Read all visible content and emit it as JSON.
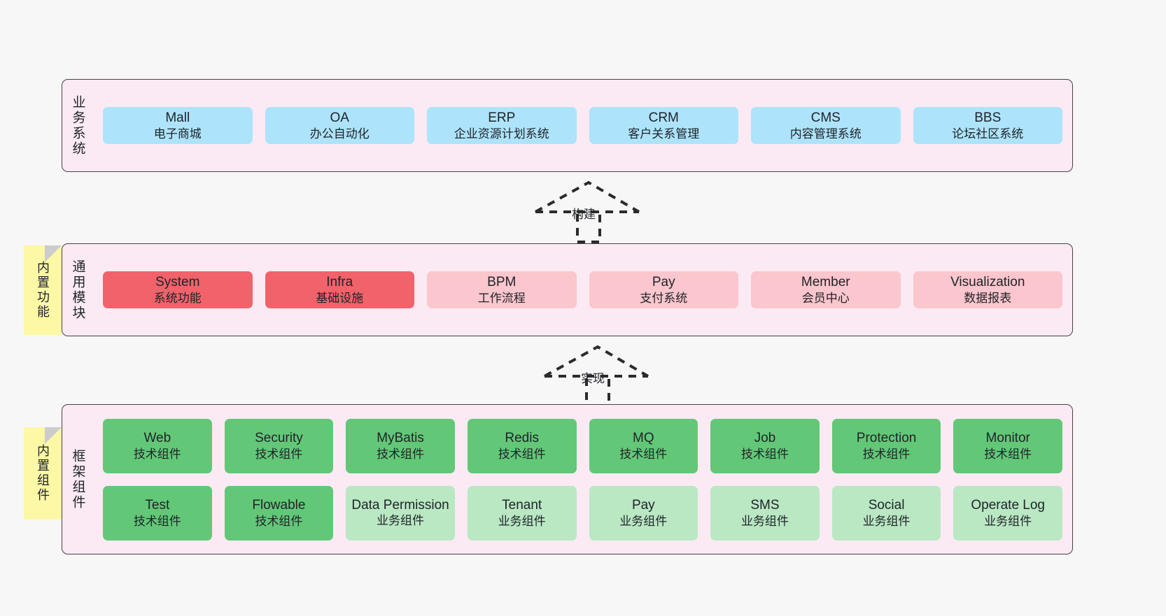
{
  "diagram": {
    "background": "#f7f7f7",
    "panel_bg": "#fbeaf4",
    "panel_border": "#4b3f46",
    "note_bg": "#fcf8a6",
    "note_fold": "#cccccc"
  },
  "layers": [
    {
      "id": "business",
      "title": "业务系统",
      "rows": [
        {
          "cards": [
            {
              "en": "Mall",
              "cn": "电子商城",
              "color": "#ade4fb",
              "variant": "c-blue"
            },
            {
              "en": "OA",
              "cn": "办公自动化",
              "color": "#ade4fb",
              "variant": "c-blue"
            },
            {
              "en": "ERP",
              "cn": "企业资源计划系统",
              "color": "#ade4fb",
              "variant": "c-blue"
            },
            {
              "en": "CRM",
              "cn": "客户关系管理",
              "color": "#ade4fb",
              "variant": "c-blue"
            },
            {
              "en": "CMS",
              "cn": "内容管理系统",
              "color": "#ade4fb",
              "variant": "c-blue"
            },
            {
              "en": "BBS",
              "cn": "论坛社区系统",
              "color": "#ade4fb",
              "variant": "c-blue"
            }
          ]
        }
      ]
    },
    {
      "id": "common",
      "title": "通用模块",
      "note": "内置功能",
      "rows": [
        {
          "cards": [
            {
              "en": "System",
              "cn": "系统功能",
              "color": "#f2626a",
              "variant": "c-red"
            },
            {
              "en": "Infra",
              "cn": "基础设施",
              "color": "#f2626a",
              "variant": "c-red"
            },
            {
              "en": "BPM",
              "cn": "工作流程",
              "color": "#fbc6cd",
              "variant": "c-pink"
            },
            {
              "en": "Pay",
              "cn": "支付系统",
              "color": "#fbc6cd",
              "variant": "c-pink"
            },
            {
              "en": "Member",
              "cn": "会员中心",
              "color": "#fbc6cd",
              "variant": "c-pink"
            },
            {
              "en": "Visualization",
              "cn": "数据报表",
              "color": "#fbc6cd",
              "variant": "c-pink"
            }
          ]
        }
      ]
    },
    {
      "id": "framework",
      "title": "框架组件",
      "note": "内置组件",
      "rows": [
        {
          "cards": [
            {
              "en": "Web",
              "cn": "技术组件",
              "color": "#62c877",
              "variant": "c-green"
            },
            {
              "en": "Security",
              "cn": "技术组件",
              "color": "#62c877",
              "variant": "c-green"
            },
            {
              "en": "MyBatis",
              "cn": "技术组件",
              "color": "#62c877",
              "variant": "c-green"
            },
            {
              "en": "Redis",
              "cn": "技术组件",
              "color": "#62c877",
              "variant": "c-green"
            },
            {
              "en": "MQ",
              "cn": "技术组件",
              "color": "#62c877",
              "variant": "c-green"
            },
            {
              "en": "Job",
              "cn": "技术组件",
              "color": "#62c877",
              "variant": "c-green"
            },
            {
              "en": "Protection",
              "cn": "技术组件",
              "color": "#62c877",
              "variant": "c-green"
            },
            {
              "en": "Monitor",
              "cn": "技术组件",
              "color": "#62c877",
              "variant": "c-green"
            }
          ]
        },
        {
          "cards": [
            {
              "en": "Test",
              "cn": "技术组件",
              "color": "#62c877",
              "variant": "c-green"
            },
            {
              "en": "Flowable",
              "cn": "技术组件",
              "color": "#62c877",
              "variant": "c-green"
            },
            {
              "en": "Data Permission",
              "cn": "业务组件",
              "color": "#b9e8c3",
              "variant": "c-lightgreen"
            },
            {
              "en": "Tenant",
              "cn": "业务组件",
              "color": "#b9e8c3",
              "variant": "c-lightgreen"
            },
            {
              "en": "Pay",
              "cn": "业务组件",
              "color": "#b9e8c3",
              "variant": "c-lightgreen"
            },
            {
              "en": "SMS",
              "cn": "业务组件",
              "color": "#b9e8c3",
              "variant": "c-lightgreen"
            },
            {
              "en": "Social",
              "cn": "业务组件",
              "color": "#b9e8c3",
              "variant": "c-lightgreen"
            },
            {
              "en": "Operate Log",
              "cn": "业务组件",
              "color": "#b9e8c3",
              "variant": "c-lightgreen"
            }
          ]
        }
      ]
    }
  ],
  "connectors": [
    {
      "id": "build",
      "label": "构建",
      "from": "common",
      "to": "business"
    },
    {
      "id": "implement",
      "label": "实现",
      "from": "framework",
      "to": "common"
    }
  ]
}
